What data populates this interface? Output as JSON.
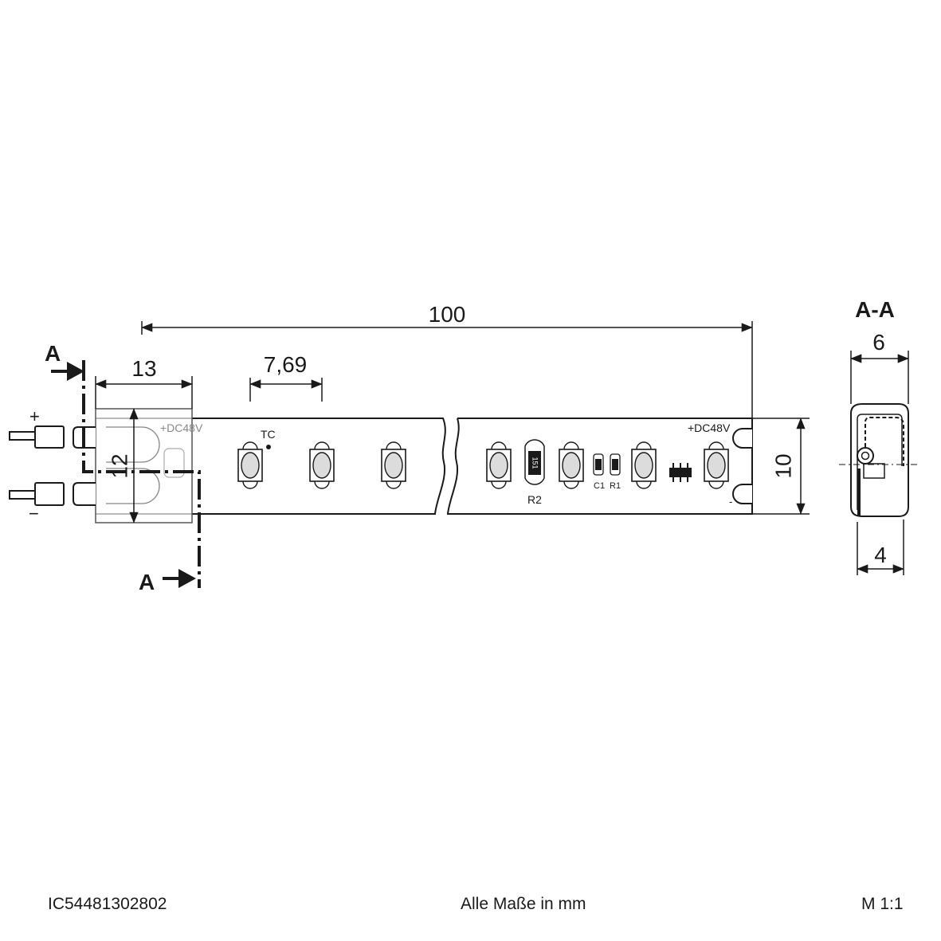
{
  "section_label": "A",
  "section_view_title": "A-A",
  "polarity": {
    "plus": "+",
    "minus": "−",
    "strip_minus": "-"
  },
  "strip_labels": {
    "voltage_left": "+DC48V",
    "voltage_right": "+DC48V",
    "cut_mark": "TC",
    "resistor_r2": "R2",
    "resistor_code": "151",
    "capacitor_c1": "C1",
    "resistor_r1": "R1"
  },
  "dimensions": {
    "overall_length": "100",
    "connector_length": "13",
    "led_pitch": "7,69",
    "connector_height": "12",
    "strip_width": "10",
    "section_width": "6",
    "section_height": "4"
  },
  "footer": {
    "article_number": "IC54481302802",
    "units_note": "Alle Maße in mm",
    "scale": "M 1:1"
  },
  "colors": {
    "line": "#1a1a1a",
    "led_fill": "#dcdcdc",
    "paper": "#ffffff"
  }
}
